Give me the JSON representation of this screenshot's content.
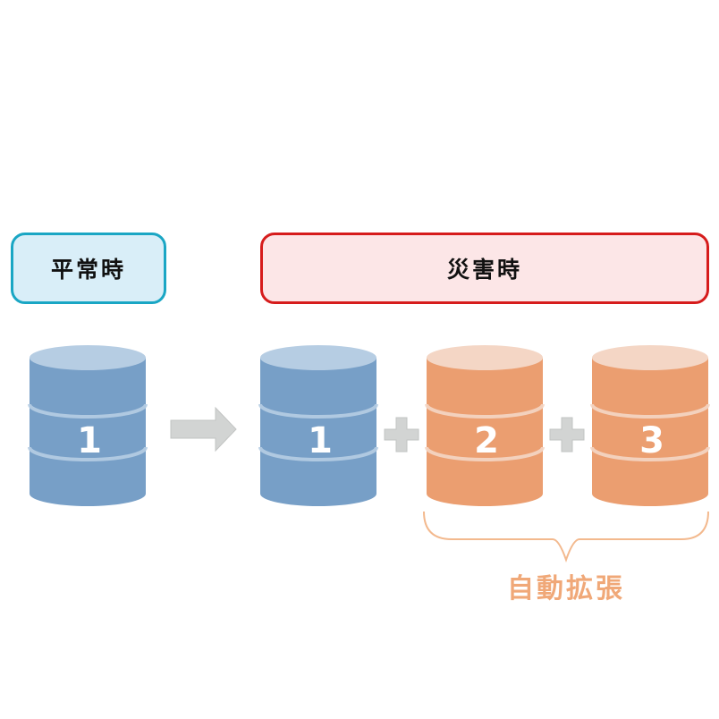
{
  "normal": {
    "label": "平常時"
  },
  "disaster": {
    "label": "災害時"
  },
  "cylinders": [
    {
      "label": "1",
      "group": "normal",
      "color": "blue"
    },
    {
      "label": "1",
      "group": "disaster",
      "color": "blue"
    },
    {
      "label": "2",
      "group": "disaster",
      "color": "orange"
    },
    {
      "label": "3",
      "group": "disaster",
      "color": "orange"
    }
  ],
  "auto_expand": {
    "label": "自動拡張"
  },
  "colors": {
    "blue_body": "#779fc7",
    "blue_top": "#b6cde3",
    "orange_body": "#eb9e70",
    "orange_top": "#f4d6c5",
    "gray": "#d2d4d3",
    "brace": "#f3b98e"
  }
}
